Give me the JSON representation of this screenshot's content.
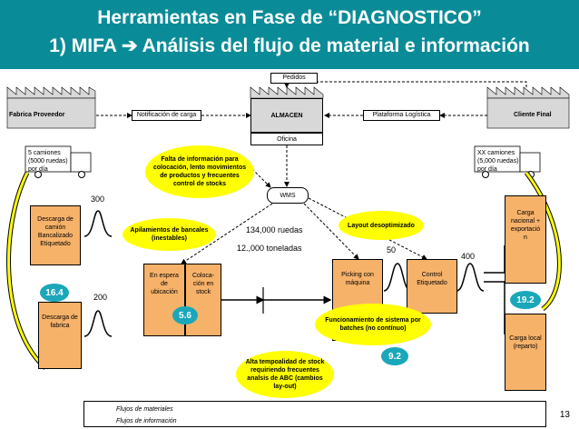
{
  "header": {
    "title_line1": "Herramientas en Fase de “DIAGNOSTICO”",
    "title_line2": "1) MIFA ➔ Análisis del flujo de material e información"
  },
  "info": {
    "pedidos": "Pedidos",
    "fabrica_proveedor": "Fabrica Proveedor",
    "notificacion": "Notificación de carga",
    "almacen": "ALMACEN",
    "oficina": "Oficina",
    "plataforma": "Plataforma Logística",
    "cliente_final": "Cliente Final",
    "wms": "WMS",
    "camiones_izq": "5 camiones (5000 ruedas) por día",
    "camiones_der": "XX camiones (5,000 ruedas) por día"
  },
  "process": {
    "descarga_camion": "Descarga de camión Bancalizado Etiquetado",
    "descarga_fabrica": "Descarga de fabrica",
    "en_espera": "En espera de ubicación",
    "colocacion": "Coloca-ción en stock",
    "picking": "Picking con máquina",
    "control": "Control Etiquetado",
    "carga_nacional": "Carga nacional + exportació n",
    "carga_local": "Carga local (reparto)"
  },
  "numbers": {
    "n300": "300",
    "n200": "200",
    "ruedas": "134,000 ruedas",
    "toneladas": "12.,000 toneladas",
    "n50": "50",
    "n400": "400"
  },
  "badges": {
    "b1": "16.4",
    "b2": "5.6",
    "b3": "9.2",
    "b4": "19.2"
  },
  "callouts": {
    "falta": "Falta de información para colocación, lento movimientos de productos y frecuentes control de stocks",
    "apilamientos": "Apilamientos de bancales (inestables)",
    "layout": "Layout desoptimizado",
    "funcionamiento": "Funcionamiento de sistema por batches (no contínuo)",
    "alta": "Alta tempoalidad de stock requiriendo frecuentes analsis de ABC (cambios lay-out)"
  },
  "legend": {
    "materiales": "Flujos de materiales",
    "informacion": "Flujos de información"
  },
  "page_number": "13",
  "colors": {
    "header": "#0a8c98",
    "orange": "#f7b26a",
    "yellow": "#ffff00",
    "badge": "#1aa7ba",
    "factory": "#d8d8d8"
  }
}
